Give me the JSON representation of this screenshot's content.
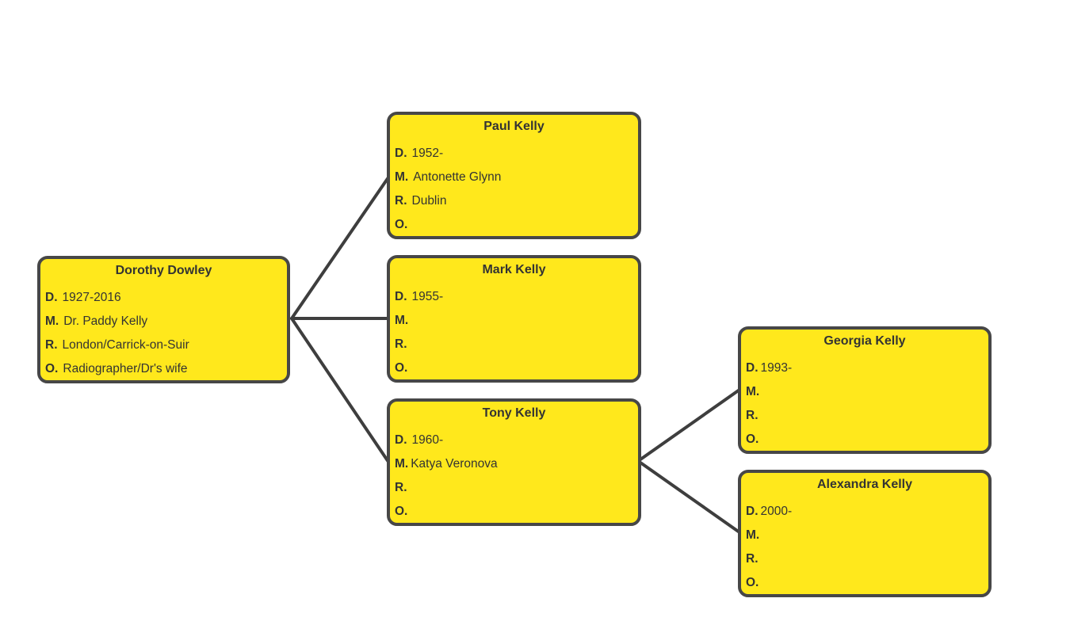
{
  "people": {
    "dorothy": {
      "name": "Dorothy Dowley",
      "D": "1927-2016",
      "M": "Dr. Paddy Kelly",
      "R": "London/Carrick-on-Suir",
      "O": "Radiographer/Dr's wife"
    },
    "paul": {
      "name": "Paul Kelly",
      "D": "1952-",
      "M": "Antonette Glynn",
      "R": "Dublin",
      "O": ""
    },
    "mark": {
      "name": "Mark Kelly",
      "D": "1955-",
      "M": "",
      "R": "",
      "O": ""
    },
    "tony": {
      "name": "Tony Kelly",
      "D": "1960-",
      "M": "Katya Veronova",
      "R": "",
      "O": ""
    },
    "georgia": {
      "name": "Georgia Kelly",
      "D": "1993-",
      "M": "",
      "R": "",
      "O": ""
    },
    "alexandra": {
      "name": "Alexandra Kelly",
      "D": "2000-",
      "M": "",
      "R": "",
      "O": ""
    }
  },
  "labels": {
    "D": "D.",
    "M": "M.",
    "R": "R.",
    "O": "O."
  },
  "colors": {
    "box_fill": "#ffe81c",
    "box_border": "#474747",
    "connector": "#3e3e3e",
    "text": "#333333"
  }
}
